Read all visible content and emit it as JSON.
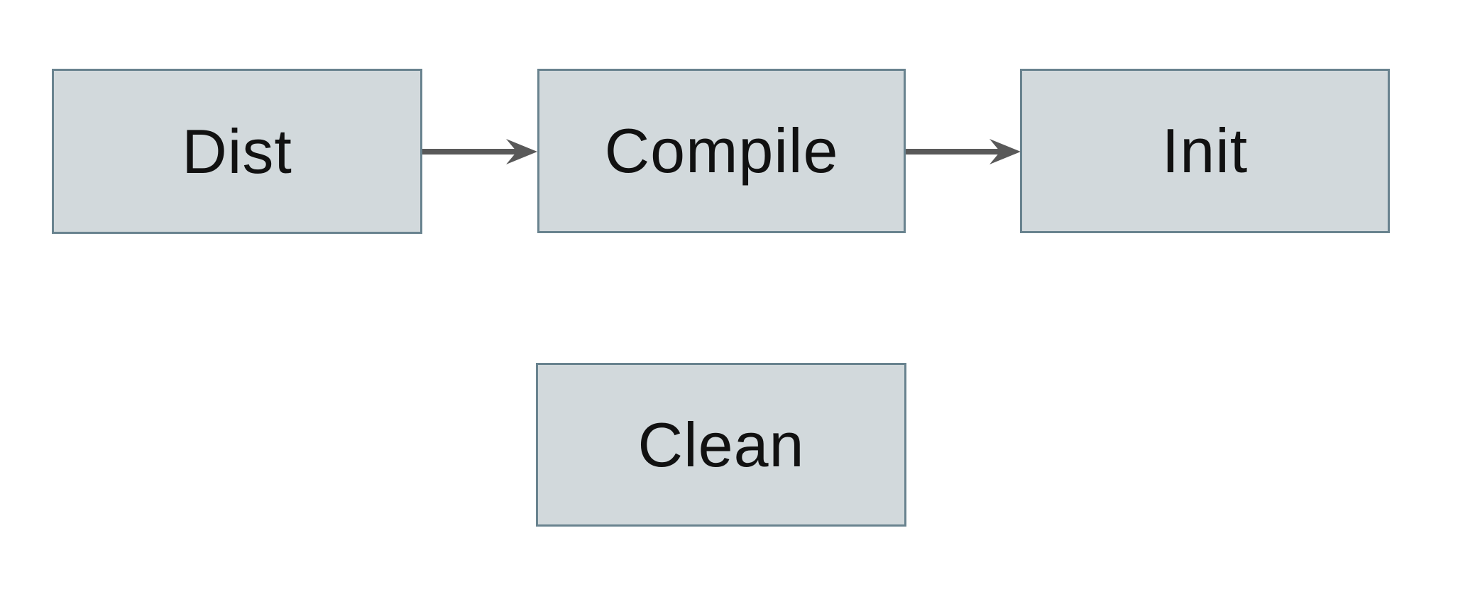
{
  "diagram": {
    "nodes": [
      {
        "id": "dist",
        "label": "Dist"
      },
      {
        "id": "compile",
        "label": "Compile"
      },
      {
        "id": "init",
        "label": "Init"
      },
      {
        "id": "clean",
        "label": "Clean"
      }
    ],
    "edges": [
      {
        "from": "dist",
        "to": "compile",
        "style": "solid-arrow-right"
      },
      {
        "from": "compile",
        "to": "init",
        "style": "solid-arrow-right"
      }
    ],
    "colors": {
      "background": "#ffffff",
      "node_fill": "#d2d9dc",
      "node_border": "#69838f",
      "arrow": "#595959",
      "text": "#111111"
    }
  }
}
